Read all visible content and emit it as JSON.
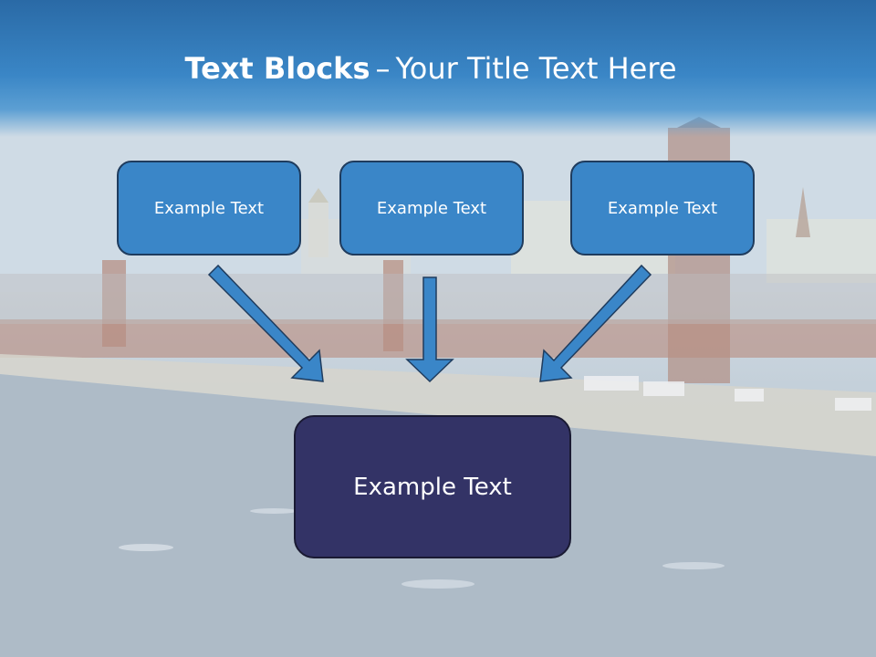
{
  "title": {
    "bold": "Text Blocks",
    "dash": "–",
    "rest": "Your Title Text Here"
  },
  "boxes": {
    "left": "Example Text",
    "center": "Example Text",
    "right": "Example Text",
    "bottom": "Example Text"
  },
  "colors": {
    "title_bar": "#3a86c6",
    "small_box_fill": "#3a86c8",
    "small_box_border": "#1f3c5e",
    "big_box_fill": "#333366",
    "arrow_fill": "#3a86c8"
  }
}
